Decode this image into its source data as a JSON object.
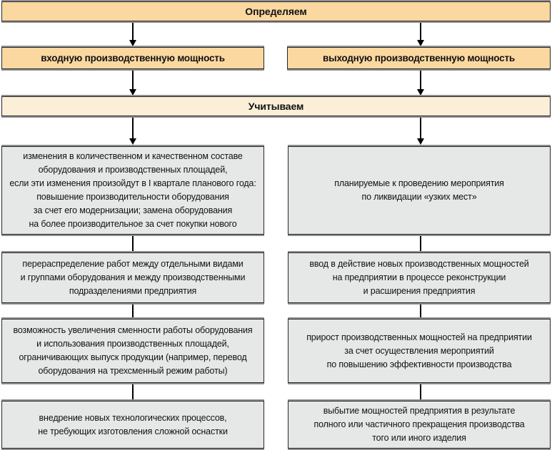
{
  "diagram": {
    "define_bar": "Определяем",
    "consider_bar": "Учитываем",
    "colors": {
      "header_fill": "#fcd8a1",
      "consider_fill": "#fbefd8",
      "note_fill": "#e6e7e7",
      "border": "#262626",
      "shadow": "#8f8f8f",
      "connector": "#000000"
    },
    "left": {
      "title": "входную производственную мощность",
      "boxes": [
        {
          "lines": [
            "изменения в количественном и качественном составе",
            "оборудования и производственных площадей,",
            "если эти изменения произойдут в I квартале планового года:",
            "повышение производительности оборудования",
            "за счет его модернизации; замена оборудования",
            "на более производительное за счет покупки нового"
          ]
        },
        {
          "lines": [
            "перераспределение работ между отдельными видами",
            "и группами оборудования и между производственными",
            "подразделениями предприятия"
          ]
        },
        {
          "lines": [
            "возможность увеличения сменности работы оборудования",
            "и использования производственных площадей,",
            "ограничивающих выпуск продукции (например, перевод",
            "оборудования на трехсменный режим работы)"
          ]
        },
        {
          "lines": [
            "внедрение новых технологических процессов,",
            "не требующих изготовления сложной оснастки"
          ]
        }
      ]
    },
    "right": {
      "title": "выходную производственную мощность",
      "boxes": [
        {
          "lines": [
            "планируемые к проведению мероприятия",
            "по ликвидации «узких мест»"
          ]
        },
        {
          "lines": [
            "ввод в действие новых производственных мощностей",
            "на предприятии в процессе реконструкции",
            "и расширения предприятия"
          ]
        },
        {
          "lines": [
            "прирост производственных мощностей на предприятии",
            "за счет осуществления мероприятий",
            "по повышению эффективности производства"
          ]
        },
        {
          "lines": [
            "выбытие мощностей предприятия в результате",
            "полного или частичного прекращения производства",
            "того или иного изделия"
          ]
        }
      ]
    }
  }
}
